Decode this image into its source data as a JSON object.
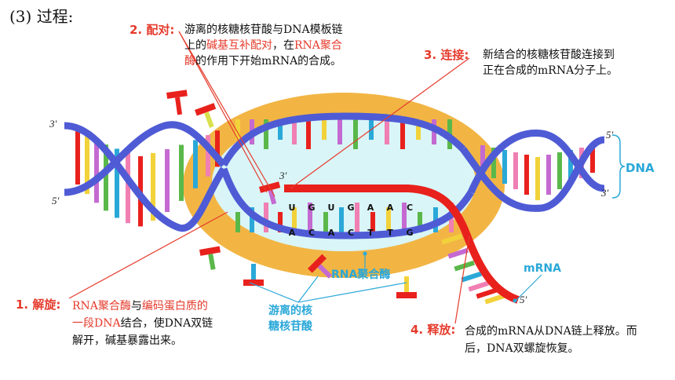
{
  "heading": "(3) 过程:",
  "steps": {
    "pairing": {
      "label": "2. 配对:",
      "line1": "游离的核糖核苷酸与DNA模板链",
      "line2_a": "上的",
      "line2_b": "碱基互补配对",
      "line2_c": "，在",
      "line2_d": "RNA聚合",
      "line3_a": "酶",
      "line3_b": "的作用下开始mRNA的合成。"
    },
    "connect": {
      "label": "3. 连接:",
      "line1": "新结合的核糖核苷酸连接到",
      "line2": "正在合成的mRNA分子上。"
    },
    "unwind": {
      "label": "1. 解旋:",
      "line1_a": "RNA聚合酶",
      "line1_b": "与",
      "line1_c": "编码蛋白质的",
      "line2_a": "一段DNA",
      "line2_b": "结合，使DNA双链",
      "line3": "解开，碱基暴露出来。"
    },
    "release": {
      "label": "4. 释放:",
      "line1": "合成的mRNA从DNA链上释放。而",
      "line2": "后，DNA双螺旋恢复。"
    }
  },
  "labels": {
    "dna": "DNA",
    "mrna": "mRNA",
    "polymerase": "RNA聚合酶",
    "free_nt_1": "游离的核",
    "free_nt_2": "糖核苷酸"
  },
  "strand_ends": {
    "left_top": "3′",
    "left_bottom": "5′",
    "right_top": "5′",
    "right_bottom": "3′",
    "rna_start": "3′",
    "rna_end": "5′"
  },
  "rna_bases": [
    "U",
    "G",
    "U",
    "G",
    "A",
    "A",
    "C"
  ],
  "dna_bases": [
    "A",
    "C",
    "A",
    "C",
    "T",
    "T",
    "G"
  ],
  "colors": {
    "backbone": "#4f5bd5",
    "bubble": "#f2b544",
    "bubble_inner": "#d9f5f7",
    "mrna": "#e8211d",
    "label_red": "#e53b2c",
    "label_blue": "#2aa8d8"
  }
}
